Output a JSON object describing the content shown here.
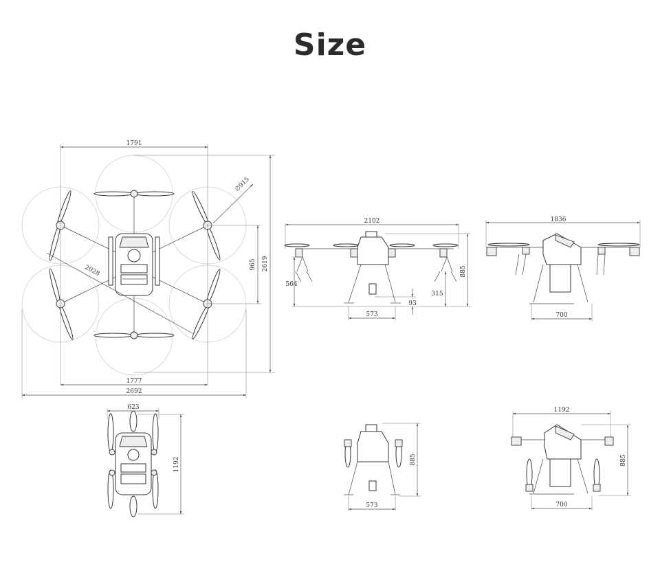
{
  "title": "Size",
  "top_view": {
    "width_top": "1791",
    "prop_diameter": "∅915",
    "diagonal": "2028",
    "body_height": "965",
    "total_height": "2619",
    "inner_width": "1777",
    "total_width": "2692"
  },
  "front_view": {
    "span": "2102",
    "height": "885",
    "gear_height": "564",
    "ground_clearance": "93",
    "nozzle_height": "315",
    "gear_width": "573"
  },
  "side_view": {
    "span": "1836",
    "gear_width": "700"
  },
  "folded_top_view": {
    "width": "623",
    "length": "1192"
  },
  "folded_front_view": {
    "height": "885",
    "gear_width": "573"
  },
  "folded_side_view": {
    "width": "1192",
    "height": "885",
    "gear_width": "700"
  }
}
